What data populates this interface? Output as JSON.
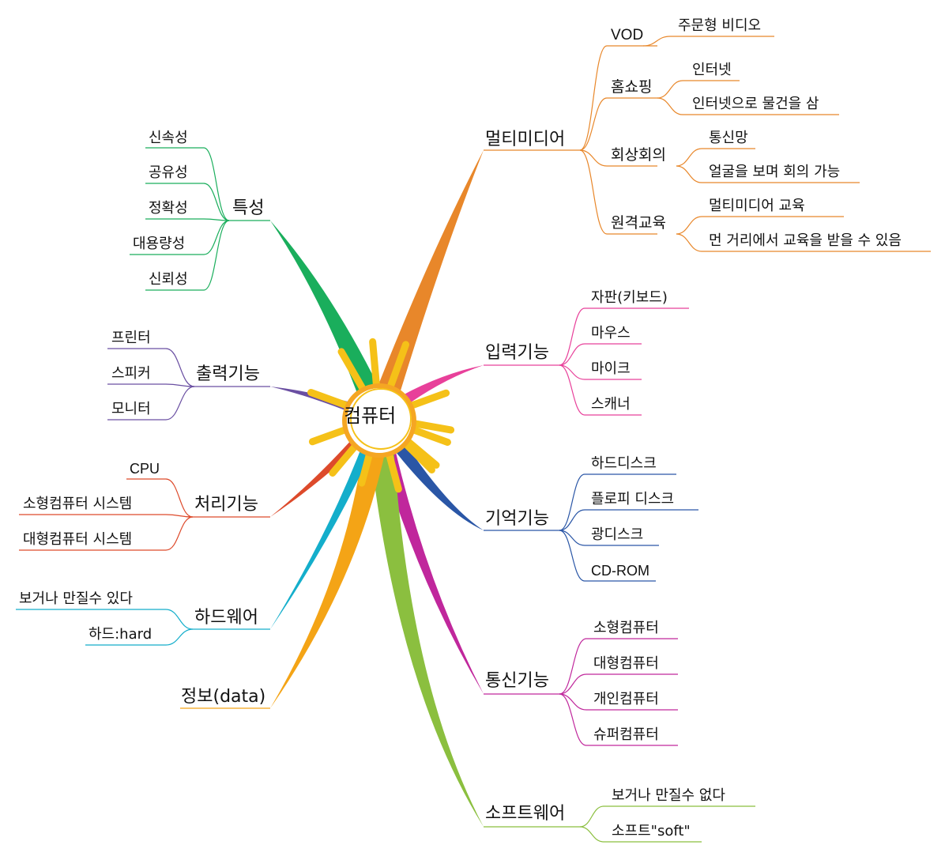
{
  "center": {
    "label": "컴퓨터"
  },
  "branches": [
    {
      "key": "multimedia",
      "label": "멀티미디어",
      "color": "#E8872A",
      "children": [
        {
          "label": "VOD",
          "children": [
            {
              "label": "주문형 비디오"
            }
          ]
        },
        {
          "label": "홈쇼핑",
          "children": [
            {
              "label": "인터넷"
            },
            {
              "label": "인터넷으로 물건을 삼"
            }
          ]
        },
        {
          "label": "회상회의",
          "children": [
            {
              "label": "통신망"
            },
            {
              "label": "얼굴을 보며 회의 가능"
            }
          ]
        },
        {
          "label": "원격교육",
          "children": [
            {
              "label": "멀티미디어 교육"
            },
            {
              "label": "먼 거리에서 교육을 받을 수 있음"
            }
          ]
        }
      ]
    },
    {
      "key": "input",
      "label": "입력기능",
      "color": "#E8409A",
      "children": [
        {
          "label": "자판(키보드)"
        },
        {
          "label": "마우스"
        },
        {
          "label": "마이크"
        },
        {
          "label": "스캐너"
        }
      ]
    },
    {
      "key": "memory",
      "label": "기억기능",
      "color": "#2A56A6",
      "children": [
        {
          "label": "하드디스크"
        },
        {
          "label": "플로피 디스크"
        },
        {
          "label": "광디스크"
        },
        {
          "label": "CD-ROM"
        }
      ]
    },
    {
      "key": "comm",
      "label": "통신기능",
      "color": "#C0279C",
      "children": [
        {
          "label": "소형컴퓨터"
        },
        {
          "label": "대형컴퓨터"
        },
        {
          "label": "개인컴퓨터"
        },
        {
          "label": "슈퍼컴퓨터"
        }
      ]
    },
    {
      "key": "software",
      "label": "소프트웨어",
      "color": "#8BBF3F",
      "children": [
        {
          "label": "보거나 만질수 없다"
        },
        {
          "label": "소프트\"soft\""
        }
      ]
    },
    {
      "key": "info",
      "label": "정보(data)",
      "color": "#F4A416",
      "children": []
    },
    {
      "key": "hardware",
      "label": "하드웨어",
      "color": "#14AECB",
      "children": [
        {
          "label": "보거나 만질수 있다"
        },
        {
          "label": "하드:hard"
        }
      ]
    },
    {
      "key": "process",
      "label": "처리기능",
      "color": "#DD4A2B",
      "children": [
        {
          "label": "CPU"
        },
        {
          "label": "소형컴퓨터 시스템"
        },
        {
          "label": "대형컴퓨터 시스템"
        }
      ]
    },
    {
      "key": "output",
      "label": "출력기능",
      "color": "#6A4FA2",
      "children": [
        {
          "label": "프린터"
        },
        {
          "label": "스피커"
        },
        {
          "label": "모니터"
        }
      ]
    },
    {
      "key": "traits",
      "label": "특성",
      "color": "#1AAE5C",
      "children": [
        {
          "label": "신속성"
        },
        {
          "label": "공유성"
        },
        {
          "label": "정확성"
        },
        {
          "label": "대용량성"
        },
        {
          "label": "신뢰성"
        }
      ]
    }
  ],
  "sun_color": "#F5C118",
  "ring_color": "#F5A623"
}
